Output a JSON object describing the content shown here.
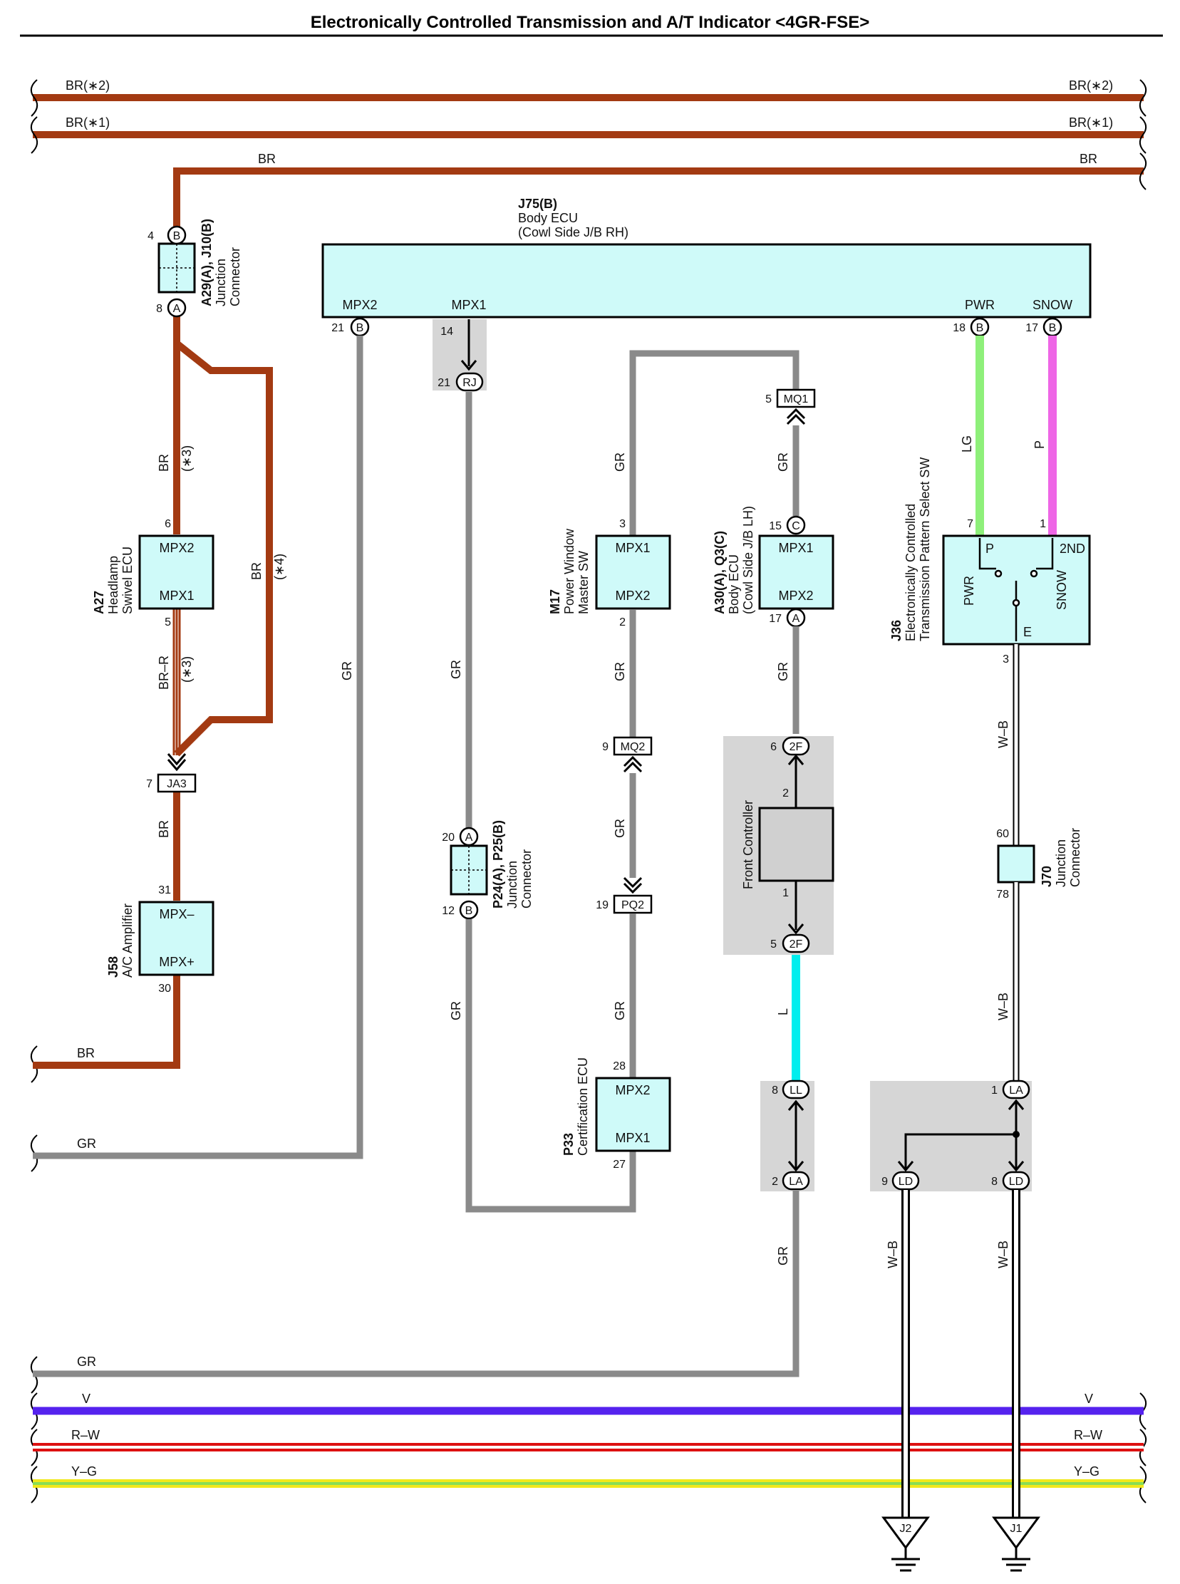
{
  "title": "Electronically Controlled Transmission and A/T Indicator <4GR-FSE>",
  "colors": {
    "BR": "#a33a12",
    "GR": "#8a8a8a",
    "LG": "#8ef07a",
    "P": "#ee66e6",
    "L": "#00eeee",
    "V": "#5522ee",
    "R": "#dd1111",
    "Y": "#f1e81a",
    "G": "#88dd55",
    "box": "#cffaf9",
    "shade": "#d6d6d6"
  },
  "wires": {
    "br2": "BR(∗2)",
    "br1": "BR(∗1)",
    "br": "BR",
    "br_r": "BR–R",
    "gr": "GR",
    "lg": "LG",
    "p": "P",
    "l": "L",
    "wb": "W–B",
    "v": "V",
    "rw": "R–W",
    "yg": "Y–G",
    "n3": "(∗3)",
    "n4": "(∗4)"
  },
  "components": {
    "j75": {
      "code": "J75(B)",
      "name1": "Body ECU",
      "name2": "(Cowl Side J/B RH)",
      "t_mpx2": "MPX2",
      "t_mpx1": "MPX1",
      "t_pwr": "PWR",
      "t_snow": "SNOW",
      "p_mpx2": "21",
      "p_mpx1": "14",
      "p_pwr": "18",
      "p_snow": "17",
      "c": "B"
    },
    "a29": {
      "code": "A29(A), J10(B)",
      "name1": "Junction",
      "name2": "Connector",
      "pin_top": "4",
      "pin_bot": "8",
      "c_top": "B",
      "c_bot": "A"
    },
    "a27": {
      "code": "A27",
      "name1": "Headlamp",
      "name2": "Swivel ECU",
      "t1": "MPX2",
      "t2": "MPX1",
      "p1": "6",
      "p2": "5"
    },
    "ja3": {
      "code": "JA3",
      "pin": "7"
    },
    "j58": {
      "code": "J58",
      "name1": "A/C Amplifier",
      "t1": "MPX–",
      "t2": "MPX+",
      "p1": "31",
      "p2": "30"
    },
    "rj": {
      "code": "RJ",
      "pin": "21"
    },
    "p24": {
      "code": "P24(A), P25(B)",
      "name1": "Junction",
      "name2": "Connector",
      "pin_top": "20",
      "pin_bot": "12",
      "c_top": "A",
      "c_bot": "B"
    },
    "m17": {
      "code": "M17",
      "name1": "Power Window",
      "name2": "Master SW",
      "t1": "MPX1",
      "t2": "MPX2",
      "p1": "3",
      "p2": "2"
    },
    "mq2": {
      "code": "MQ2",
      "pin": "9"
    },
    "pq2": {
      "code": "PQ2",
      "pin": "19"
    },
    "p33": {
      "code": "P33",
      "name1": "Certification ECU",
      "t1": "MPX2",
      "t2": "MPX1",
      "p1": "28",
      "p2": "27"
    },
    "mq1": {
      "code": "MQ1",
      "pin": "5"
    },
    "a30": {
      "code": "A30(A), Q3(C)",
      "name1": "Body ECU",
      "name2": "(Cowl Side J/B LH)",
      "t1": "MPX1",
      "t2": "MPX2",
      "p1": "15",
      "p2": "17",
      "c1": "C",
      "c2": "A"
    },
    "front": {
      "name": "Front Controller",
      "code": "2F",
      "p_top": "6",
      "p_bot": "5",
      "t1": "2",
      "t2": "1"
    },
    "ll": {
      "code": "LL",
      "pin": "8"
    },
    "la2": {
      "code": "LA",
      "pin": "2"
    },
    "j36": {
      "code": "J36",
      "name1": "Electronically Controlled",
      "name2": "Transmission Pattern Select SW",
      "t_p": "P",
      "t_2nd": "2ND",
      "t_pwr": "PWR",
      "t_snow": "SNOW",
      "t_e": "E",
      "p_p": "7",
      "p_2nd": "1",
      "p_e": "3"
    },
    "j70": {
      "code": "J70",
      "name1": "Junction",
      "name2": "Connector",
      "pin_top": "60",
      "pin_bot": "78"
    },
    "la1": {
      "code": "LA",
      "pin": "1"
    },
    "ld9": {
      "code": "LD",
      "pin": "9"
    },
    "ld8": {
      "code": "LD",
      "pin": "8"
    },
    "j2": {
      "code": "J2"
    },
    "j1": {
      "code": "J1"
    }
  }
}
